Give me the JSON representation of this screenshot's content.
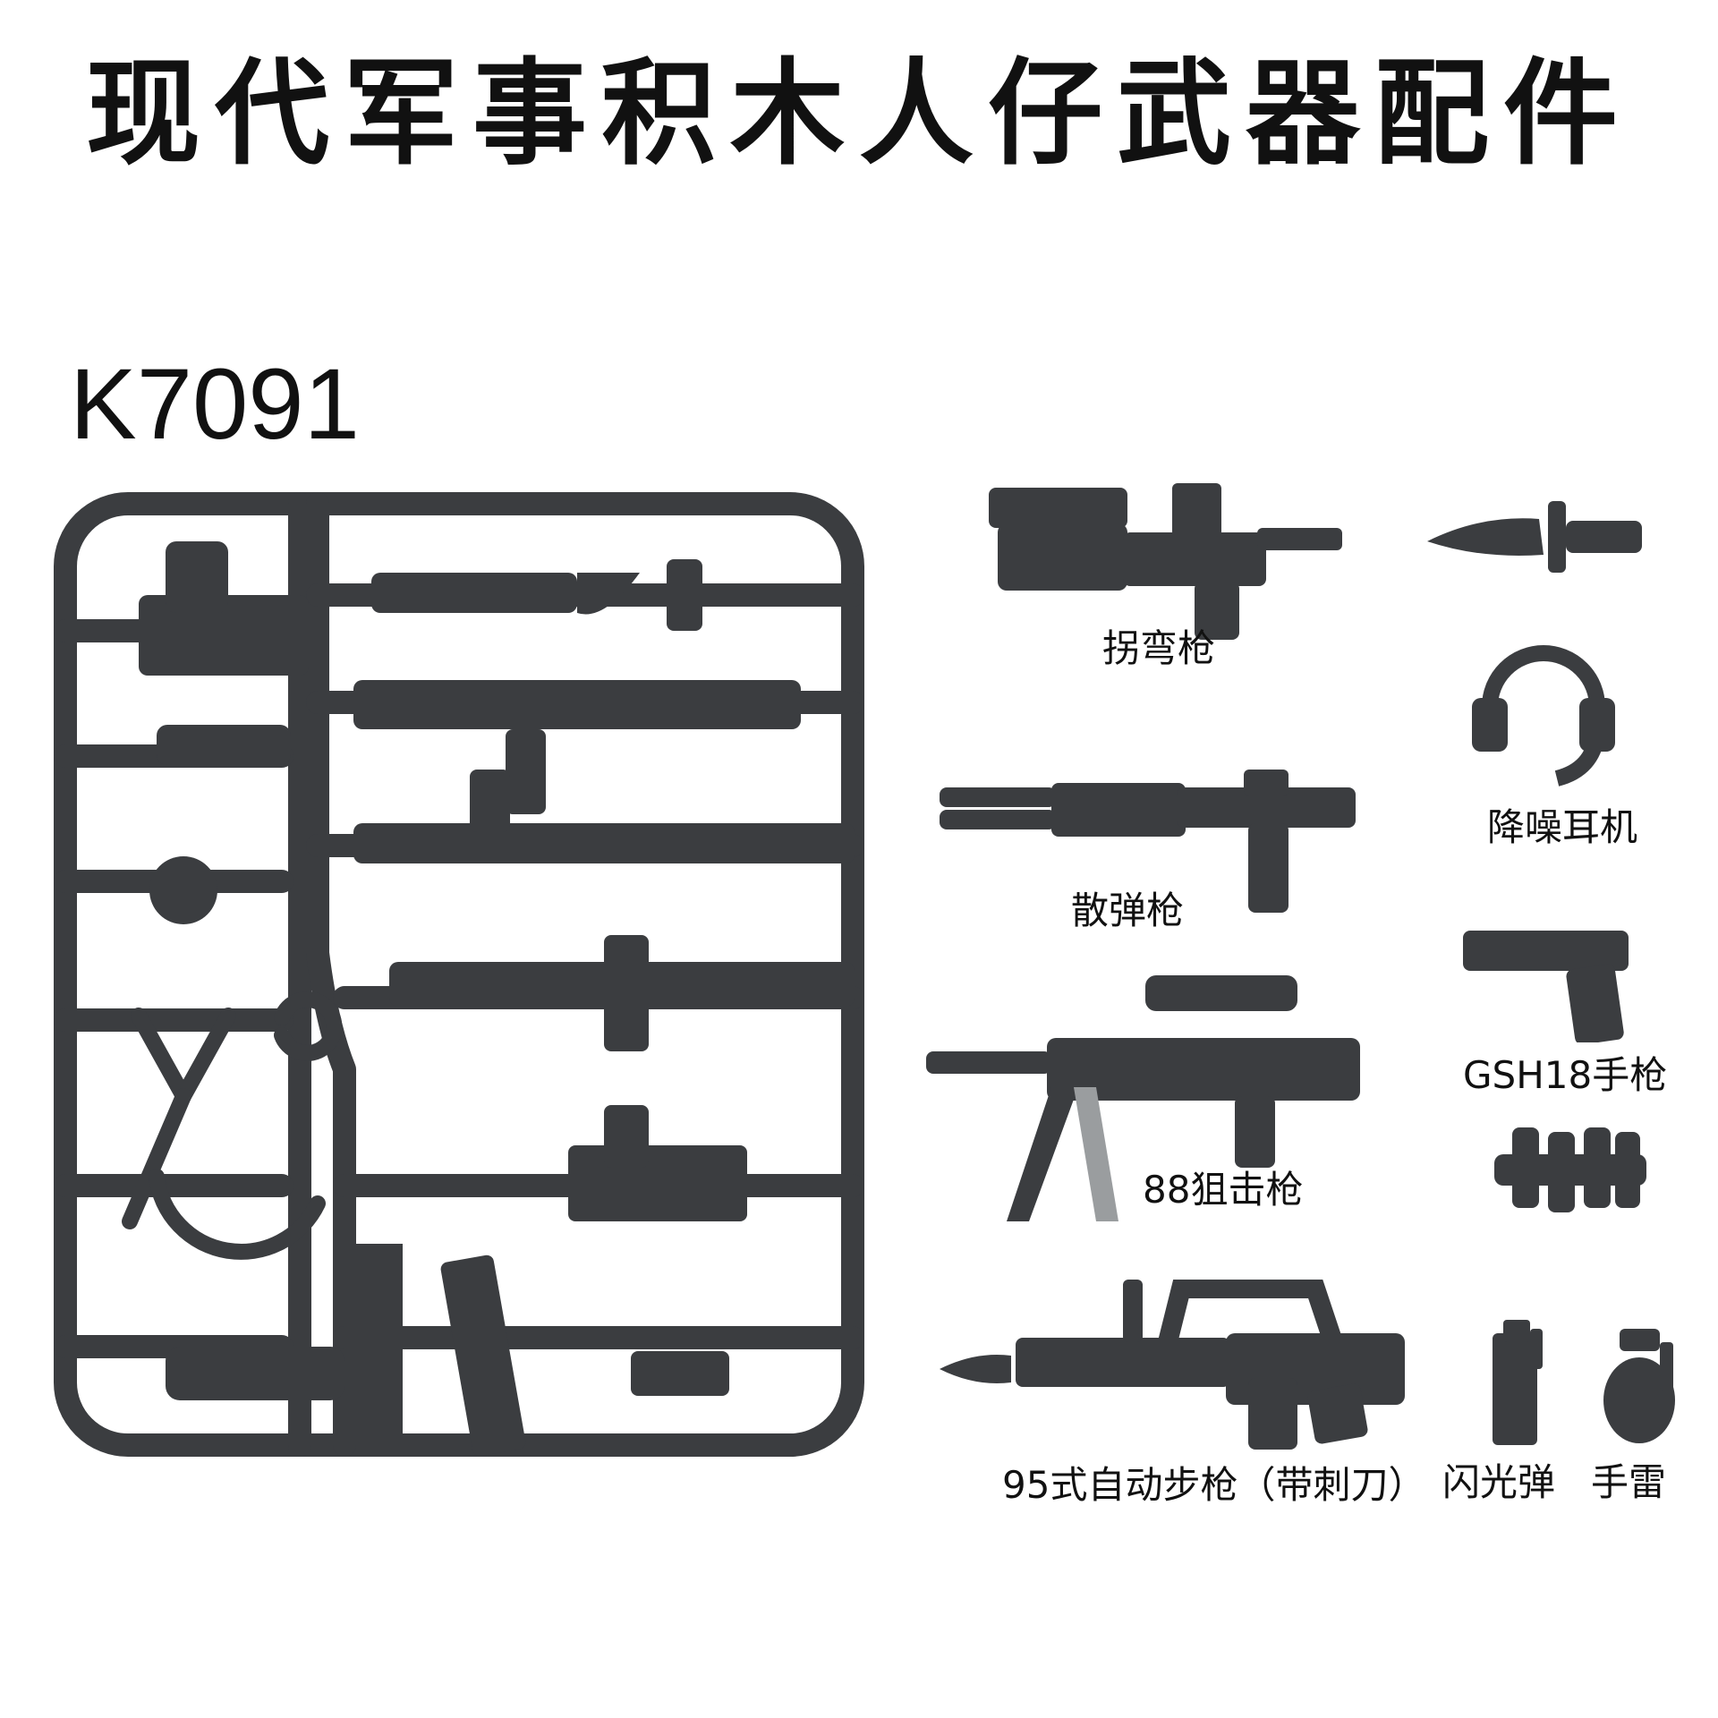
{
  "title": "现代军事积木人仔武器配件",
  "model_code": "K7091",
  "part_color": "#3b3d40",
  "items": [
    {
      "label": "拐弯枪",
      "icon": "corner-gun-icon"
    },
    {
      "label": "降噪耳机",
      "icon": "headset-icon"
    },
    {
      "label": "散弹枪",
      "icon": "shotgun-icon"
    },
    {
      "label": "GSH18手枪",
      "icon": "pistol-icon"
    },
    {
      "label": "88狙击枪",
      "icon": "sniper-rifle-icon"
    },
    {
      "label": "95式自动步枪（带刺刀）",
      "icon": "assault-rifle-icon"
    },
    {
      "label": "闪光弹",
      "icon": "flashbang-icon"
    },
    {
      "label": "手雷",
      "icon": "grenade-icon"
    }
  ]
}
